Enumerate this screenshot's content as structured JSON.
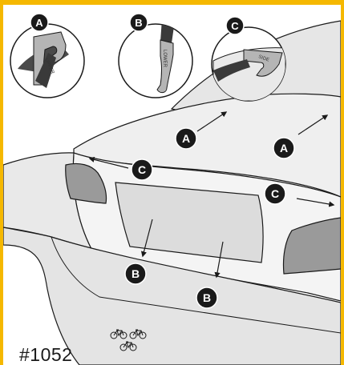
{
  "product": {
    "model_number": "#1052"
  },
  "callouts": {
    "a": "A",
    "b": "B",
    "c": "C"
  },
  "hook_labels": {
    "a_upper": "UPPER",
    "b_lower": "LOWER",
    "c_side": "SIDE"
  },
  "colors": {
    "frame": "#f5b800",
    "outline": "#1a1a1a",
    "body_light": "#ececec",
    "body_mid": "#d9d9d9",
    "lamp": "#9a9a9a",
    "hook_metal": "#b5b5b5",
    "strap": "#3a3a3a",
    "badge": "#1a1a1a"
  },
  "icons": [
    "bicycle-icon",
    "bicycle-icon",
    "bicycle-icon"
  ]
}
